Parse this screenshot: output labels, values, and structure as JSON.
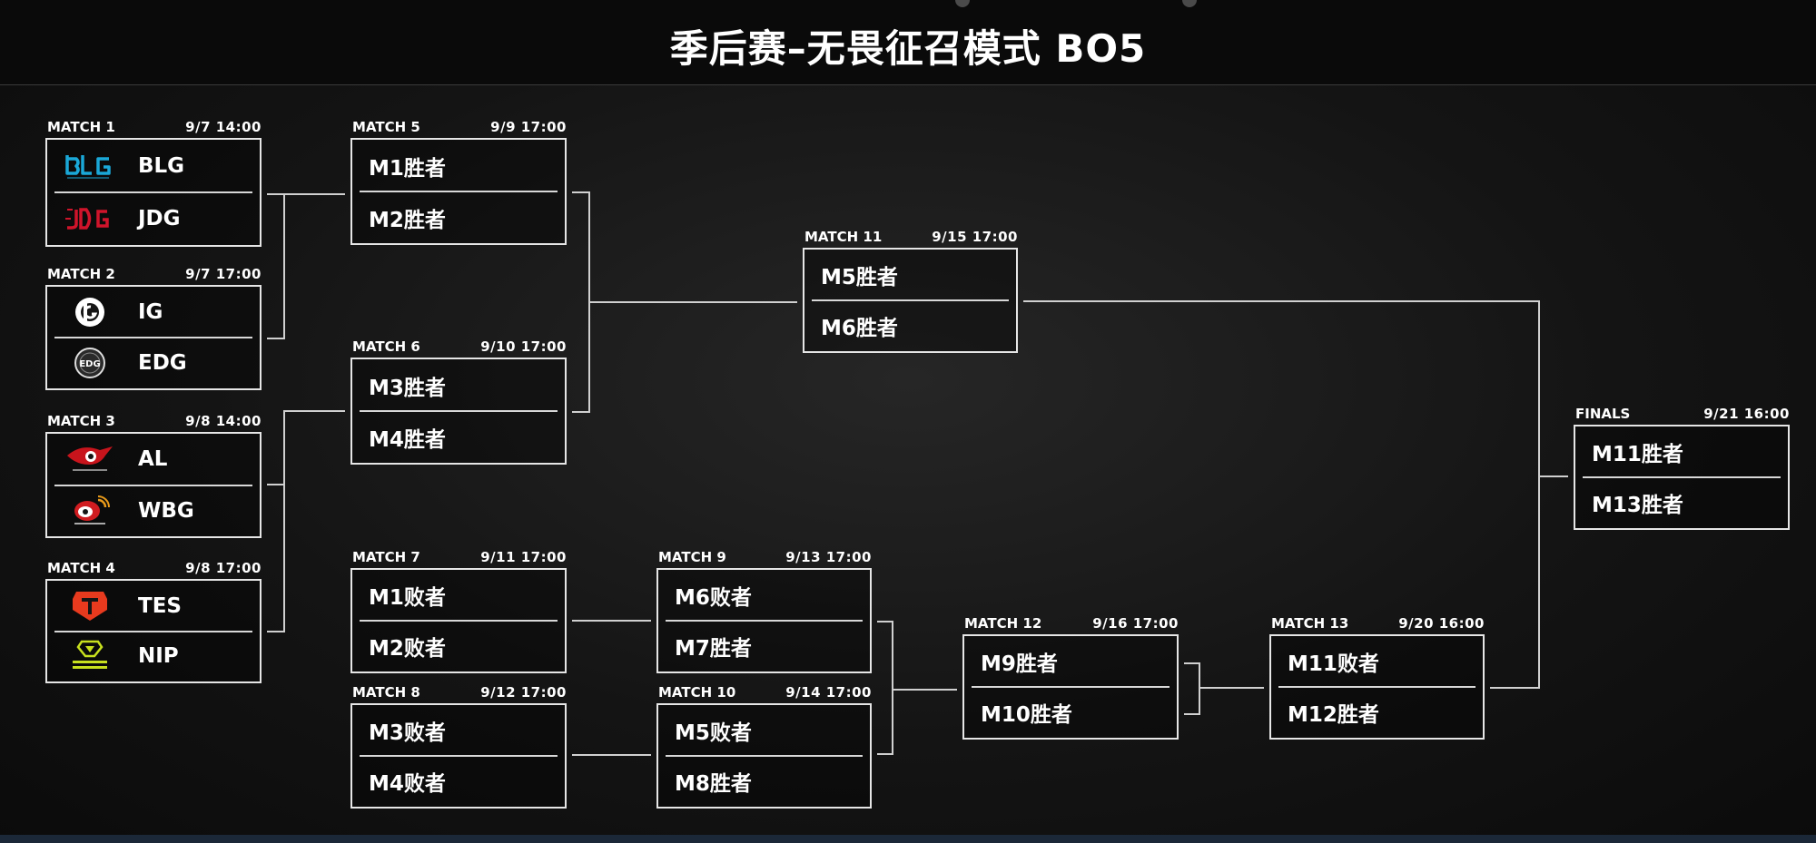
{
  "header": {
    "title": "季后赛–无畏征召模式 BO5"
  },
  "matches": {
    "m1": {
      "label": "MATCH 1",
      "date": "9/7  14:00",
      "team1": {
        "name": "BLG",
        "logo": "blg-logo"
      },
      "team2": {
        "name": "JDG",
        "logo": "jdg-logo"
      }
    },
    "m2": {
      "label": "MATCH 2",
      "date": "9/7  17:00",
      "team1": {
        "name": "IG",
        "logo": "ig-logo"
      },
      "team2": {
        "name": "EDG",
        "logo": "edg-logo"
      }
    },
    "m3": {
      "label": "MATCH 3",
      "date": "9/8  14:00",
      "team1": {
        "name": "AL",
        "logo": "al-logo"
      },
      "team2": {
        "name": "WBG",
        "logo": "wbg-logo"
      }
    },
    "m4": {
      "label": "MATCH 4",
      "date": "9/8  17:00",
      "team1": {
        "name": "TES",
        "logo": "tes-logo"
      },
      "team2": {
        "name": "NIP",
        "logo": "nip-logo"
      }
    },
    "m5": {
      "label": "MATCH 5",
      "date": "9/9  17:00",
      "slot1": "M1胜者",
      "slot2": "M2胜者"
    },
    "m6": {
      "label": "MATCH 6",
      "date": "9/10  17:00",
      "slot1": "M3胜者",
      "slot2": "M4胜者"
    },
    "m7": {
      "label": "MATCH 7",
      "date": "9/11  17:00",
      "slot1": "M1败者",
      "slot2": "M2败者"
    },
    "m8": {
      "label": "MATCH 8",
      "date": "9/12  17:00",
      "slot1": "M3败者",
      "slot2": "M4败者"
    },
    "m9": {
      "label": "MATCH 9",
      "date": "9/13  17:00",
      "slot1": "M6败者",
      "slot2": "M7胜者"
    },
    "m10": {
      "label": "MATCH 10",
      "date": "9/14  17:00",
      "slot1": "M5败者",
      "slot2": "M8胜者"
    },
    "m11": {
      "label": "MATCH 11",
      "date": "9/15  17:00",
      "slot1": "M5胜者",
      "slot2": "M6胜者"
    },
    "m12": {
      "label": "MATCH 12",
      "date": "9/16  17:00",
      "slot1": "M9胜者",
      "slot2": "M10胜者"
    },
    "m13": {
      "label": "MATCH 13",
      "date": "9/20  16:00",
      "slot1": "M11败者",
      "slot2": "M12胜者"
    },
    "finals": {
      "label": "FINALS",
      "date": "9/21  16:00",
      "slot1": "M11胜者",
      "slot2": "M13胜者"
    }
  },
  "colors": {
    "background": "#151515",
    "line": "#e6e6e6",
    "text": "#ffffff",
    "blg": "#1aa8d8",
    "jdg": "#d0142b",
    "al": "#c8141c",
    "wbg": "#d01c20",
    "tes": "#e83a1e",
    "nip": "#c8e01e"
  }
}
